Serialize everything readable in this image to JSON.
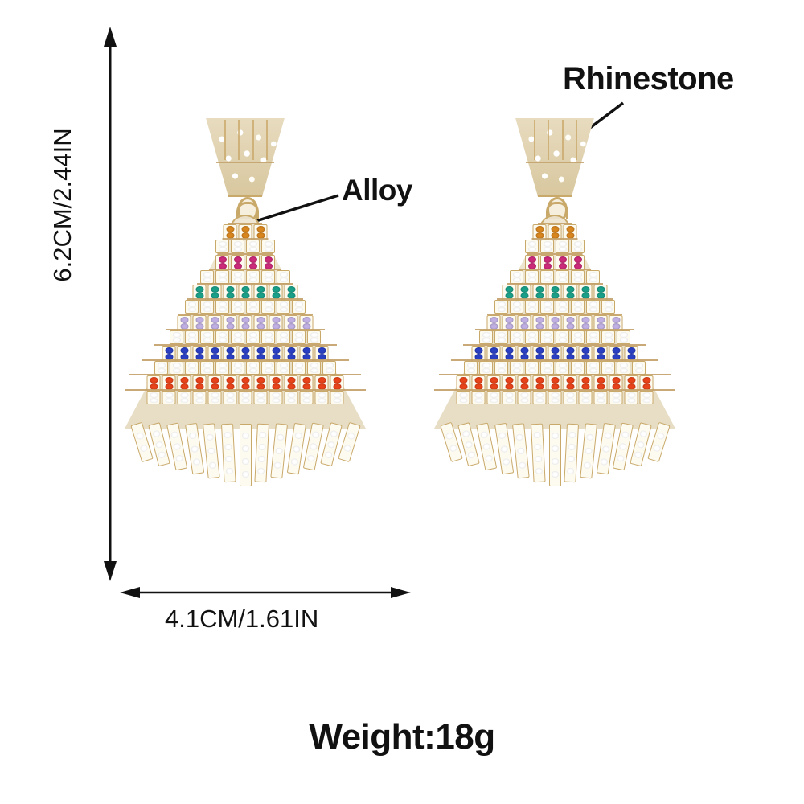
{
  "product": {
    "type": "fan-shaped rhinestone drop earrings",
    "pair_count": 2
  },
  "callouts": [
    {
      "id": "rhinestone",
      "label": "Rhinestone"
    },
    {
      "id": "alloy",
      "label": "Alloy"
    }
  ],
  "dimensions": {
    "height_label": "6.2CM/2.44IN",
    "width_label": "4.1CM/1.61IN"
  },
  "weight": {
    "label": "Weight:18g"
  },
  "palette": {
    "background": "#ffffff",
    "text": "#111111",
    "gold": "#c9a96a",
    "gold_light": "#efe7d3",
    "clear": "#ffffff"
  },
  "gem_rows": [
    {
      "name": "amber",
      "color": "#d9861f",
      "cells": 3,
      "width_pct": 14
    },
    {
      "name": "clear-1",
      "color": "#ffffff",
      "cells": 4,
      "width_pct": 19
    },
    {
      "name": "magenta",
      "color": "#cc2a7a",
      "cells": 4,
      "width_pct": 23
    },
    {
      "name": "clear-2",
      "color": "#ffffff",
      "cells": 6,
      "width_pct": 30
    },
    {
      "name": "teal",
      "color": "#1aa089",
      "cells": 7,
      "width_pct": 40
    },
    {
      "name": "clear-3",
      "color": "#ffffff",
      "cells": 8,
      "width_pct": 48
    },
    {
      "name": "lavender",
      "color": "#c0b0e4",
      "cells": 9,
      "width_pct": 56
    },
    {
      "name": "clear-4",
      "color": "#ffffff",
      "cells": 10,
      "width_pct": 66
    },
    {
      "name": "blue",
      "color": "#2b3fc4",
      "cells": 11,
      "width_pct": 76
    },
    {
      "name": "clear-5",
      "color": "#ffffff",
      "cells": 12,
      "width_pct": 86
    },
    {
      "name": "orange",
      "color": "#e8431a",
      "cells": 13,
      "width_pct": 96
    },
    {
      "name": "clear-6",
      "color": "#ffffff",
      "cells": 13,
      "width_pct": 100
    }
  ],
  "fringe": {
    "bar_count": 13
  }
}
